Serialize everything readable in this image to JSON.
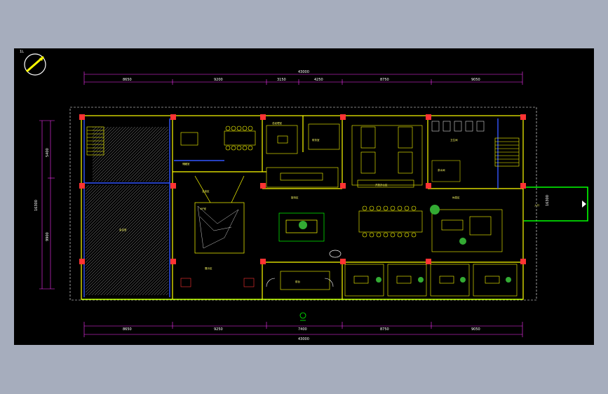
{
  "drawing": {
    "north_label": "1L",
    "top_dimensions": {
      "overall": "43000",
      "segments": [
        "8650",
        "9200",
        "3150",
        "4250",
        "8750",
        "9050"
      ]
    },
    "bottom_dimensions": {
      "overall": "43000",
      "segments": [
        "8650",
        "9250",
        "7400",
        "8750",
        "9050"
      ]
    },
    "left_dimensions": {
      "overall": "16300",
      "segments": [
        "5400",
        "9900"
      ]
    },
    "right_dimensions": {
      "segments": [
        "16300"
      ]
    },
    "room_labels": [
      "会议室",
      "洽谈区",
      "VIP室",
      "接待区",
      "前台",
      "展示区",
      "总经理室",
      "财务室",
      "休息区",
      "茶水间",
      "卫生间",
      "储藏室",
      "开放办公区",
      "入口"
    ],
    "colors": {
      "background": "#000000",
      "frame": "#a6adbd",
      "walls": "#ffff00",
      "columns": "#ff3333",
      "glass": "#3355ff",
      "exterior": "#00ff00",
      "dimension_lines": "#ff33ff",
      "hatch": "#ffffff"
    }
  }
}
